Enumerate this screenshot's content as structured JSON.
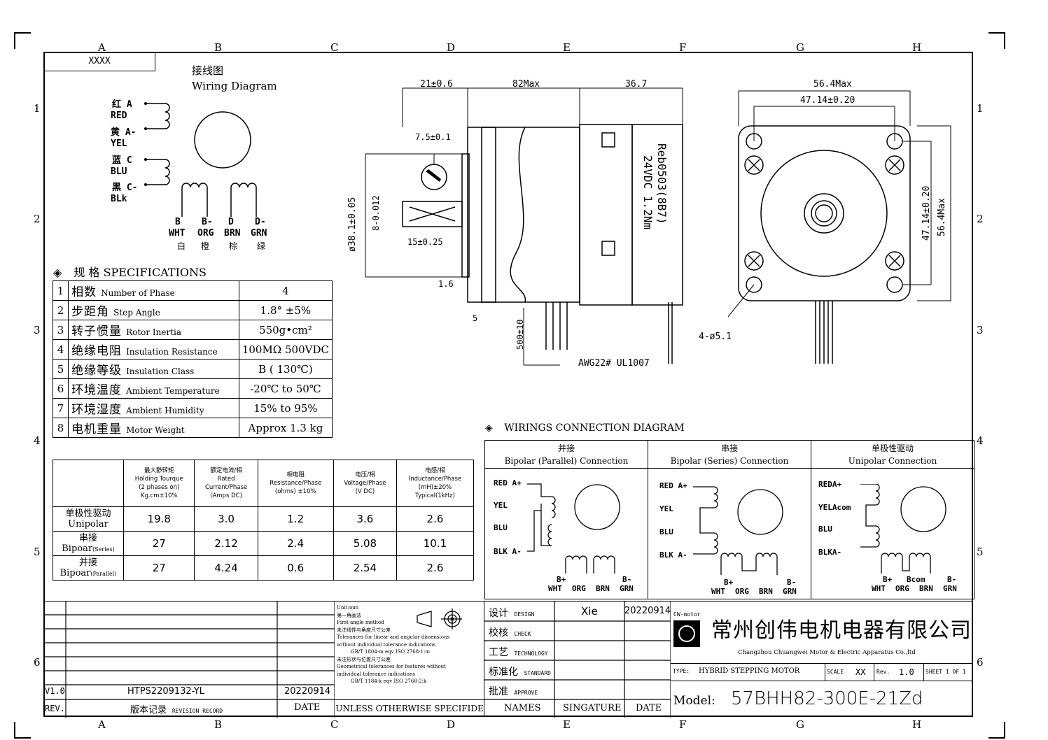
{
  "zone_cols": [
    "A",
    "B",
    "C",
    "D",
    "E",
    "F",
    "G",
    "H"
  ],
  "zone_rows": [
    "1",
    "2",
    "3",
    "4",
    "5",
    "6"
  ],
  "code_box": "XXXX",
  "wiring": {
    "title_cn": "接线图",
    "title_en": "Wiring Diagram",
    "left_labels": [
      "红 A",
      "RED",
      "黄 A-",
      "YEL",
      "蓝 C",
      "BLU",
      "黑 C-",
      "BLk"
    ],
    "bottom_letters": [
      "B",
      "B-",
      "D",
      "D-"
    ],
    "bottom_colors": [
      "WHT",
      "ORG",
      "BRN",
      "GRN"
    ],
    "bottom_cn": [
      "白",
      "橙",
      "棕",
      "绿"
    ]
  },
  "specs": {
    "title": "规 格 SPECIFICATIONS",
    "rows": [
      {
        "n": "1",
        "cn": "相数",
        "en": "Number of Phase",
        "v": "4"
      },
      {
        "n": "2",
        "cn": "步距角",
        "en": "Step Angle",
        "v": "1.8° ±5%"
      },
      {
        "n": "3",
        "cn": "转子惯量",
        "en": "Rotor Inertia",
        "v": "550g•cm²"
      },
      {
        "n": "4",
        "cn": "绝缘电阻",
        "en": "Insulation Resistance",
        "v": "100MΩ 500VDC"
      },
      {
        "n": "5",
        "cn": "绝缘等级",
        "en": "Insulation Class",
        "v": "B ( 130℃)"
      },
      {
        "n": "6",
        "cn": "环境温度",
        "en": "Ambient Temperature",
        "v": "-20℃ to 50℃"
      },
      {
        "n": "7",
        "cn": "环境湿度",
        "en": "Ambient Humidity",
        "v": "15% to 95%"
      },
      {
        "n": "8",
        "cn": "电机重量",
        "en": "Motor Weight",
        "v": "Approx 1.3 kg"
      }
    ]
  },
  "performance": {
    "headers": [
      "最大静转矩\nHolding Tourque\n(2 phases on)\nKg.cm±10%",
      "额定电流/相\nRated\nCurrent/Phase\n(Amps DC)",
      "相电阻\nResistance/Phase\n(ohms) ±10%",
      "电压/相\nVoltage/Phase\n(V DC)",
      "电感/相\nInductance/Phase\n(mH)±20%\nTypical(1kHz)"
    ],
    "rows": [
      {
        "cn": "单极性驱动",
        "en": "Unipolar",
        "en_sub": "",
        "vals": [
          "19.8",
          "3.0",
          "1.2",
          "3.6",
          "2.6"
        ]
      },
      {
        "cn": "串接",
        "en": "Bipoar",
        "en_sub": "(Series)",
        "vals": [
          "27",
          "2.12",
          "2.4",
          "5.08",
          "10.1"
        ]
      },
      {
        "cn": "并接",
        "en": "Bipoar",
        "en_sub": "(Parallel)",
        "vals": [
          "27",
          "4.24",
          "0.6",
          "2.54",
          "2.6"
        ]
      }
    ]
  },
  "side_view": {
    "dims_top": [
      "21±0.6",
      "82Max",
      "36.7"
    ],
    "shaft_flat": "7.5±0.1",
    "shaft_dia": "ø38.1±0.05",
    "shaft_d": "8-0.012",
    "key_len": "15±0.25",
    "thk": "1.6",
    "pilot": "5",
    "lead_len": "500±10",
    "wire": "AWG22# UL1007",
    "label_l1": "Reb0503(8B7)",
    "label_l2": "24VDC 1.2Nm"
  },
  "front_view": {
    "width": "56.4Max",
    "hole_spacing": "47.14±0.20",
    "hole_spacing_v": "47.14±0.20",
    "height": "56.4Max",
    "holes": "4-ø5.1"
  },
  "connection": {
    "title": "WIRINGS CONNECTION DIAGRAM",
    "panels": [
      {
        "cn": "并接",
        "en": "Bipolar (Parallel) Connection",
        "left": [
          "RED A+",
          "YEL",
          "BLU",
          "BLK A-"
        ],
        "bottom": [
          "B+",
          "B-"
        ],
        "colors": [
          "WHT",
          "ORG",
          "BRN",
          "GRN"
        ]
      },
      {
        "cn": "串接",
        "en": "Bipolar (Series) Connection",
        "left": [
          "RED A+",
          "YEL",
          "BLU",
          "BLK A-"
        ],
        "bottom": [
          "B+",
          "B-"
        ],
        "colors": [
          "WHT",
          "ORG",
          "BRN",
          "GRN"
        ]
      },
      {
        "cn": "单极性驱动",
        "en": "Unipolar  Connection",
        "left": [
          "REDA+",
          "YELAcom",
          "BLU",
          "BLKA-"
        ],
        "bottom": [
          "B+",
          "Bcom",
          "B-"
        ],
        "colors": [
          "WHT",
          "ORG",
          "BRN",
          "GRN"
        ]
      }
    ]
  },
  "revision": {
    "version": "V1.0",
    "number": "HTPS2209132-YL",
    "date": "20220914",
    "rev_label": "REV.",
    "record_cn": "版本记录",
    "record_en": "REVISION RECORD",
    "date_label": "DATE"
  },
  "tolerance": {
    "lines": [
      "Unit:mm",
      "第一角画法",
      "First angle method",
      "未注线性与角度尺寸公差",
      "Tolerances for linear and angular dimensions",
      "without individual tolerance indications",
      "GB/T 1804-m eqv ISO 2768-1:m",
      "未注形状与位置尺寸公差",
      "Geometrical tolerances for features without",
      "individual tolerance indications",
      "GB/T 1184-k eqv ISO 2768-2:k"
    ],
    "footer": "UNLESS OTHERWISE SPECIFIDE"
  },
  "approvals": {
    "rows": [
      {
        "cn": "设计",
        "en": "DESIGN",
        "name": "Xie",
        "date": "20220914"
      },
      {
        "cn": "校核",
        "en": "CHECK",
        "name": "",
        "date": ""
      },
      {
        "cn": "工艺",
        "en": "TECHNOLOGY",
        "name": "",
        "date": ""
      },
      {
        "cn": "标准化",
        "en": "STANDARD",
        "name": "",
        "date": ""
      },
      {
        "cn": "批准",
        "en": "APPROVE",
        "name": "",
        "date": ""
      }
    ],
    "footer": [
      "NAMES",
      "SINGATURE",
      "DATE"
    ]
  },
  "company": {
    "logo_text": "CW-motor",
    "name_cn": "常州创伟电机电器有限公司",
    "name_en": "Changzhou Chuangwei Motor & Electric Apparatus Co.,ltd",
    "type_label": "TYPE:",
    "type_value": "HYBRID STEPPING MOTOR",
    "scale_label": "SCALE",
    "scale_value": "XX",
    "rev_label": "Rev.",
    "rev_value": "1.0",
    "sheet": "SHEET 1 OF 1",
    "model_label": "Model:",
    "model_value": "57BHH82-300E-21Zd"
  }
}
